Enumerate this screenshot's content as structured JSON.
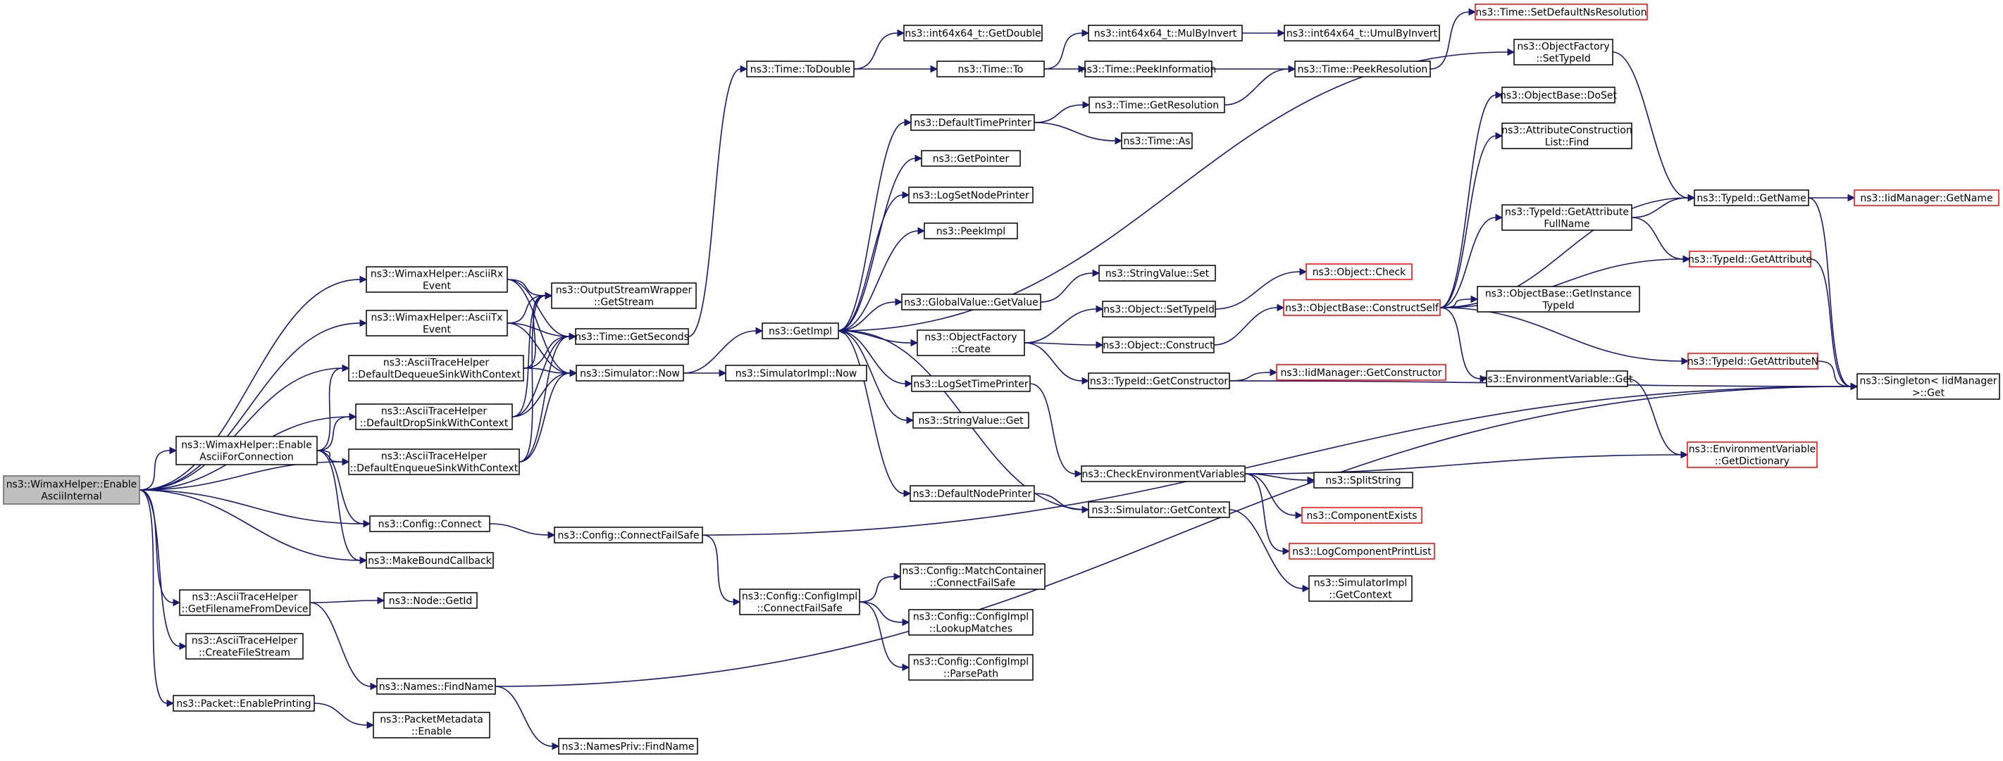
{
  "diagram": {
    "title": "",
    "colors": {
      "edge": "#191970",
      "node_border": "#000000",
      "truncated_border": "#ff0000",
      "root_fill": "#bfbfbf"
    },
    "nodes": [
      {
        "id": "root",
        "lines": [
          "ns3::WimaxHelper::Enable",
          "AsciiInternal"
        ],
        "root": true
      },
      {
        "id": "asciiRx",
        "lines": [
          "ns3::WimaxHelper::AsciiRx",
          "Event"
        ]
      },
      {
        "id": "asciiTx",
        "lines": [
          "ns3::WimaxHelper::AsciiTx",
          "Event"
        ]
      },
      {
        "id": "dequeue",
        "lines": [
          "ns3::AsciiTraceHelper",
          "::DefaultDequeueSinkWithContext"
        ]
      },
      {
        "id": "enableConn",
        "lines": [
          "ns3::WimaxHelper::Enable",
          "AsciiForConnection"
        ]
      },
      {
        "id": "drop",
        "lines": [
          "ns3::AsciiTraceHelper",
          "::DefaultDropSinkWithContext"
        ]
      },
      {
        "id": "enqueue",
        "lines": [
          "ns3::AsciiTraceHelper",
          "::DefaultEnqueueSinkWithContext"
        ]
      },
      {
        "id": "cfgConnect",
        "lines": [
          "ns3::Config::Connect"
        ]
      },
      {
        "id": "mkBound",
        "lines": [
          "ns3::MakeBoundCallback"
        ]
      },
      {
        "id": "getFilename",
        "lines": [
          "ns3::AsciiTraceHelper",
          "::GetFilenameFromDevice"
        ]
      },
      {
        "id": "createFile",
        "lines": [
          "ns3::AsciiTraceHelper",
          "::CreateFileStream"
        ]
      },
      {
        "id": "enablePrinting",
        "lines": [
          "ns3::Packet::EnablePrinting"
        ]
      },
      {
        "id": "getStream",
        "lines": [
          "ns3::OutputStreamWrapper",
          "::GetStream"
        ]
      },
      {
        "id": "getSeconds",
        "lines": [
          "ns3::Time::GetSeconds"
        ]
      },
      {
        "id": "simNow",
        "lines": [
          "ns3::Simulator::Now"
        ]
      },
      {
        "id": "connFailSafe",
        "lines": [
          "ns3::Config::ConnectFailSafe"
        ]
      },
      {
        "id": "implConnFailSafe",
        "lines": [
          "ns3::Config::ConfigImpl",
          "::ConnectFailSafe"
        ]
      },
      {
        "id": "nodeGetId",
        "lines": [
          "ns3::Node::GetId"
        ]
      },
      {
        "id": "findName",
        "lines": [
          "ns3::Names::FindName"
        ]
      },
      {
        "id": "pmEnable",
        "lines": [
          "ns3::PacketMetadata",
          "::Enable"
        ]
      },
      {
        "id": "privFind",
        "lines": [
          "ns3::NamesPriv::FindName"
        ]
      },
      {
        "id": "toDouble",
        "lines": [
          "ns3::Time::ToDouble"
        ]
      },
      {
        "id": "getImpl",
        "lines": [
          "ns3::GetImpl"
        ]
      },
      {
        "id": "implNow",
        "lines": [
          "ns3::SimulatorImpl::Now"
        ]
      },
      {
        "id": "mcConnFailSafe",
        "lines": [
          "ns3::Config::MatchContainer",
          "::ConnectFailSafe"
        ]
      },
      {
        "id": "lookupMatches",
        "lines": [
          "ns3::Config::ConfigImpl",
          "::LookupMatches"
        ]
      },
      {
        "id": "parsePath",
        "lines": [
          "ns3::Config::ConfigImpl",
          "::ParsePath"
        ]
      },
      {
        "id": "i64GetDouble",
        "lines": [
          "ns3::int64x64_t::GetDouble"
        ]
      },
      {
        "id": "timeTo",
        "lines": [
          "ns3::Time::To"
        ]
      },
      {
        "id": "defTimePrinter",
        "lines": [
          "ns3::DefaultTimePrinter"
        ]
      },
      {
        "id": "getPointer",
        "lines": [
          "ns3::GetPointer"
        ]
      },
      {
        "id": "logSetNode",
        "lines": [
          "ns3::LogSetNodePrinter"
        ]
      },
      {
        "id": "peekImpl",
        "lines": [
          "ns3::PeekImpl"
        ]
      },
      {
        "id": "gvGetValue",
        "lines": [
          "ns3::GlobalValue::GetValue"
        ]
      },
      {
        "id": "ofCreate",
        "lines": [
          "ns3::ObjectFactory",
          "::Create"
        ]
      },
      {
        "id": "logSetTime",
        "lines": [
          "ns3::LogSetTimePrinter"
        ]
      },
      {
        "id": "svGet",
        "lines": [
          "ns3::StringValue::Get"
        ]
      },
      {
        "id": "defNodePrinter",
        "lines": [
          "ns3::DefaultNodePrinter"
        ]
      },
      {
        "id": "mulByInvert",
        "lines": [
          "ns3::int64x64_t::MulByInvert"
        ]
      },
      {
        "id": "umulByInvert",
        "lines": [
          "ns3::int64x64_t::UmulByInvert"
        ]
      },
      {
        "id": "peekInfo",
        "lines": [
          "ns3::Time::PeekInformation"
        ]
      },
      {
        "id": "peekRes",
        "lines": [
          "ns3::Time::PeekResolution"
        ]
      },
      {
        "id": "setDefRes",
        "lines": [
          "ns3::Time::SetDefaultNsResolution"
        ],
        "truncated": true
      },
      {
        "id": "getRes",
        "lines": [
          "ns3::Time::GetResolution"
        ]
      },
      {
        "id": "timeAs",
        "lines": [
          "ns3::Time::As"
        ]
      },
      {
        "id": "svSet",
        "lines": [
          "ns3::StringValue::Set"
        ]
      },
      {
        "id": "objSetTypeId",
        "lines": [
          "ns3::Object::SetTypeId"
        ]
      },
      {
        "id": "objConstruct",
        "lines": [
          "ns3::Object::Construct"
        ]
      },
      {
        "id": "tidGetCtor",
        "lines": [
          "ns3::TypeId::GetConstructor"
        ]
      },
      {
        "id": "checkEnv",
        "lines": [
          "ns3::CheckEnvironmentVariables"
        ]
      },
      {
        "id": "simGetContext",
        "lines": [
          "ns3::Simulator::GetContext"
        ]
      },
      {
        "id": "implGetContext",
        "lines": [
          "ns3::SimulatorImpl",
          "::GetContext"
        ]
      },
      {
        "id": "objCheck",
        "lines": [
          "ns3::Object::Check"
        ],
        "truncated": true
      },
      {
        "id": "constructSelf",
        "lines": [
          "ns3::ObjectBase::ConstructSelf"
        ],
        "truncated": true
      },
      {
        "id": "iidGetCtor",
        "lines": [
          "ns3::IidManager::GetConstructor"
        ],
        "truncated": true
      },
      {
        "id": "envGet",
        "lines": [
          "ns3::EnvironmentVariable::Get"
        ]
      },
      {
        "id": "splitString",
        "lines": [
          "ns3::SplitString"
        ]
      },
      {
        "id": "compExists",
        "lines": [
          "ns3::ComponentExists"
        ],
        "truncated": true
      },
      {
        "id": "logCompPrint",
        "lines": [
          "ns3::LogComponentPrintList"
        ],
        "truncated": true
      },
      {
        "id": "ofSetTypeId",
        "lines": [
          "ns3::ObjectFactory",
          "::SetTypeId"
        ]
      },
      {
        "id": "doSet",
        "lines": [
          "ns3::ObjectBase::DoSet"
        ]
      },
      {
        "id": "acFind",
        "lines": [
          "ns3::AttributeConstruction",
          "List::Find"
        ]
      },
      {
        "id": "tidGetAttrFull",
        "lines": [
          "ns3::TypeId::GetAttribute",
          "FullName"
        ]
      },
      {
        "id": "obGetInstTid",
        "lines": [
          "ns3::ObjectBase::GetInstance",
          "TypeId"
        ]
      },
      {
        "id": "tidGetName",
        "lines": [
          "ns3::TypeId::GetName"
        ]
      },
      {
        "id": "tidGetAttr",
        "lines": [
          "ns3::TypeId::GetAttribute"
        ],
        "truncated": true
      },
      {
        "id": "tidGetAttrN",
        "lines": [
          "ns3::TypeId::GetAttributeN"
        ],
        "truncated": true
      },
      {
        "id": "envGetDict",
        "lines": [
          "ns3::EnvironmentVariable",
          "::GetDictionary"
        ],
        "truncated": true
      },
      {
        "id": "iidGetName",
        "lines": [
          "ns3::IidManager::GetName"
        ],
        "truncated": true
      },
      {
        "id": "singletonGet",
        "lines": [
          "ns3::Singleton< IidManager",
          ">::Get"
        ]
      }
    ],
    "edges": [
      [
        "root",
        "asciiRx"
      ],
      [
        "root",
        "asciiTx"
      ],
      [
        "root",
        "dequeue"
      ],
      [
        "root",
        "enableConn"
      ],
      [
        "root",
        "drop"
      ],
      [
        "root",
        "enqueue"
      ],
      [
        "root",
        "cfgConnect"
      ],
      [
        "root",
        "mkBound"
      ],
      [
        "root",
        "getFilename"
      ],
      [
        "root",
        "createFile"
      ],
      [
        "root",
        "enablePrinting"
      ],
      [
        "asciiRx",
        "getStream"
      ],
      [
        "asciiRx",
        "getSeconds"
      ],
      [
        "asciiRx",
        "simNow"
      ],
      [
        "asciiTx",
        "getStream"
      ],
      [
        "asciiTx",
        "getSeconds"
      ],
      [
        "asciiTx",
        "simNow"
      ],
      [
        "dequeue",
        "getStream"
      ],
      [
        "dequeue",
        "getSeconds"
      ],
      [
        "dequeue",
        "simNow"
      ],
      [
        "drop",
        "getStream"
      ],
      [
        "drop",
        "getSeconds"
      ],
      [
        "drop",
        "simNow"
      ],
      [
        "enqueue",
        "getStream"
      ],
      [
        "enqueue",
        "getSeconds"
      ],
      [
        "enqueue",
        "simNow"
      ],
      [
        "enableConn",
        "dequeue"
      ],
      [
        "enableConn",
        "drop"
      ],
      [
        "enableConn",
        "enqueue"
      ],
      [
        "enableConn",
        "cfgConnect"
      ],
      [
        "enableConn",
        "mkBound"
      ],
      [
        "getSeconds",
        "toDouble"
      ],
      [
        "simNow",
        "getImpl"
      ],
      [
        "simNow",
        "implNow"
      ],
      [
        "cfgConnect",
        "connFailSafe"
      ],
      [
        "connFailSafe",
        "implConnFailSafe"
      ],
      [
        "connFailSafe",
        "singletonGet"
      ],
      [
        "getFilename",
        "nodeGetId"
      ],
      [
        "getFilename",
        "findName"
      ],
      [
        "findName",
        "privFind"
      ],
      [
        "findName",
        "singletonGet"
      ],
      [
        "enablePrinting",
        "pmEnable"
      ],
      [
        "implConnFailSafe",
        "mcConnFailSafe"
      ],
      [
        "implConnFailSafe",
        "lookupMatches"
      ],
      [
        "implConnFailSafe",
        "parsePath"
      ],
      [
        "toDouble",
        "i64GetDouble"
      ],
      [
        "toDouble",
        "timeTo"
      ],
      [
        "timeTo",
        "mulByInvert"
      ],
      [
        "timeTo",
        "peekInfo"
      ],
      [
        "mulByInvert",
        "umulByInvert"
      ],
      [
        "peekInfo",
        "peekRes"
      ],
      [
        "peekRes",
        "setDefRes"
      ],
      [
        "getImpl",
        "defTimePrinter"
      ],
      [
        "getImpl",
        "getPointer"
      ],
      [
        "getImpl",
        "logSetNode"
      ],
      [
        "getImpl",
        "peekImpl"
      ],
      [
        "getImpl",
        "gvGetValue"
      ],
      [
        "getImpl",
        "ofCreate"
      ],
      [
        "getImpl",
        "logSetTime"
      ],
      [
        "getImpl",
        "svGet"
      ],
      [
        "getImpl",
        "defNodePrinter"
      ],
      [
        "getImpl",
        "ofSetTypeId"
      ],
      [
        "defTimePrinter",
        "getRes"
      ],
      [
        "defTimePrinter",
        "timeAs"
      ],
      [
        "getRes",
        "peekRes"
      ],
      [
        "gvGetValue",
        "svSet"
      ],
      [
        "ofCreate",
        "objSetTypeId"
      ],
      [
        "ofCreate",
        "objConstruct"
      ],
      [
        "ofCreate",
        "tidGetCtor"
      ],
      [
        "logSetTime",
        "checkEnv"
      ],
      [
        "defNodePrinter",
        "simGetContext"
      ],
      [
        "simGetContext",
        "getImpl"
      ],
      [
        "simGetContext",
        "implGetContext"
      ],
      [
        "objSetTypeId",
        "objCheck"
      ],
      [
        "objConstruct",
        "constructSelf"
      ],
      [
        "tidGetCtor",
        "iidGetCtor"
      ],
      [
        "tidGetCtor",
        "singletonGet"
      ],
      [
        "checkEnv",
        "envGetDict"
      ],
      [
        "checkEnv",
        "splitString"
      ],
      [
        "checkEnv",
        "compExists"
      ],
      [
        "checkEnv",
        "logCompPrint"
      ],
      [
        "constructSelf",
        "doSet"
      ],
      [
        "constructSelf",
        "acFind"
      ],
      [
        "constructSelf",
        "tidGetName"
      ],
      [
        "constructSelf",
        "tidGetAttrFull"
      ],
      [
        "constructSelf",
        "tidGetAttr"
      ],
      [
        "constructSelf",
        "obGetInstTid"
      ],
      [
        "constructSelf",
        "tidGetAttrN"
      ],
      [
        "constructSelf",
        "envGet"
      ],
      [
        "envGet",
        "envGetDict"
      ],
      [
        "tidGetAttrFull",
        "tidGetName"
      ],
      [
        "tidGetAttrFull",
        "tidGetAttr"
      ],
      [
        "ofSetTypeId",
        "tidGetName"
      ],
      [
        "tidGetName",
        "iidGetName"
      ],
      [
        "tidGetName",
        "singletonGet"
      ],
      [
        "tidGetAttr",
        "singletonGet"
      ],
      [
        "tidGetAttrN",
        "singletonGet"
      ]
    ]
  }
}
